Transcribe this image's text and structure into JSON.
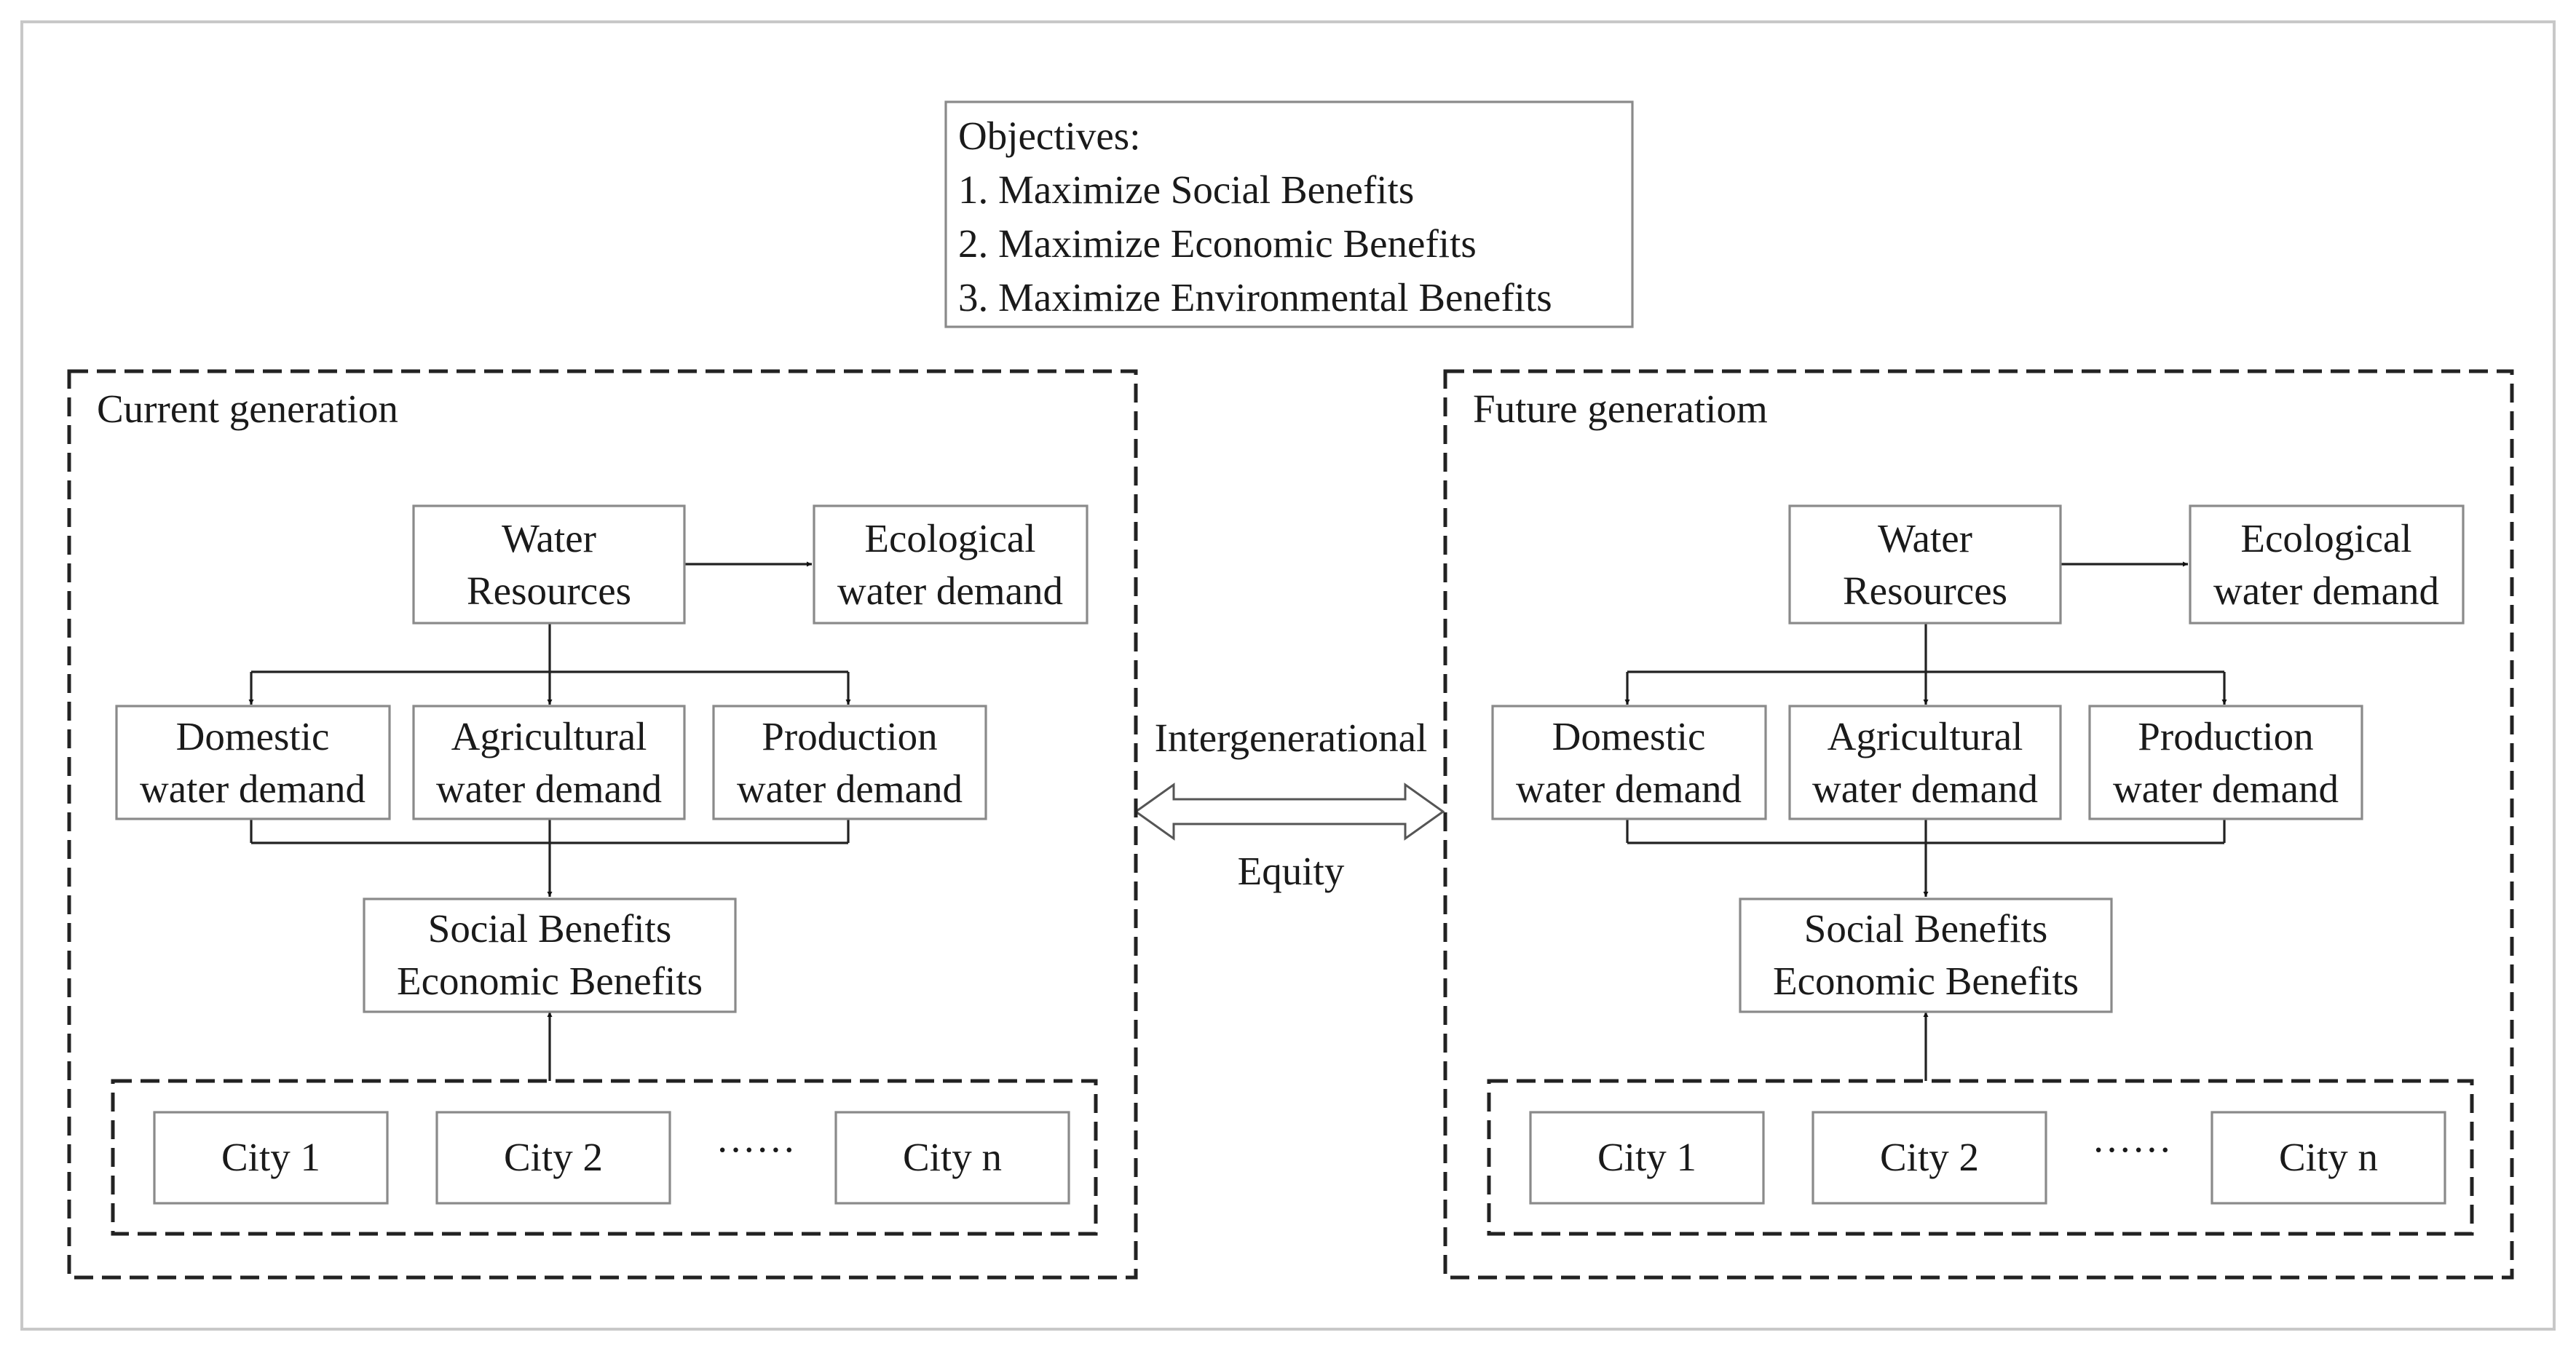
{
  "objectives": {
    "heading": "Objectives:",
    "items": [
      "1. Maximize Social Benefits",
      "2. Maximize Economic Benefits",
      "3. Maximize Environmental Benefits"
    ]
  },
  "center": {
    "top_label": "Intergenerational",
    "bottom_label": "Equity"
  },
  "panels": [
    {
      "title": "Current generation",
      "water_resources": [
        "Water",
        "Resources"
      ],
      "ecological": [
        "Ecological",
        "water demand"
      ],
      "domestic": [
        "Domestic",
        "water demand"
      ],
      "agricultural": [
        "Agricultural",
        "water demand"
      ],
      "production": [
        "Production",
        "water demand"
      ],
      "benefits": [
        "Social Benefits",
        "Economic Benefits"
      ],
      "cities": [
        "City 1",
        "City 2",
        "City n"
      ],
      "ellipsis": "······"
    },
    {
      "title": "Future generatiom",
      "water_resources": [
        "Water",
        "Resources"
      ],
      "ecological": [
        "Ecological",
        "water demand"
      ],
      "domestic": [
        "Domestic",
        "water demand"
      ],
      "agricultural": [
        "Agricultural",
        "water demand"
      ],
      "production": [
        "Production",
        "water demand"
      ],
      "benefits": [
        "Social Benefits",
        "Economic Benefits"
      ],
      "cities": [
        "City 1",
        "City 2",
        "City n"
      ],
      "ellipsis": "······"
    }
  ],
  "colors": {
    "box_border": "#8a8a8a",
    "line": "#222222",
    "text": "#1a1a1a",
    "frame": "#c8c8c8"
  }
}
